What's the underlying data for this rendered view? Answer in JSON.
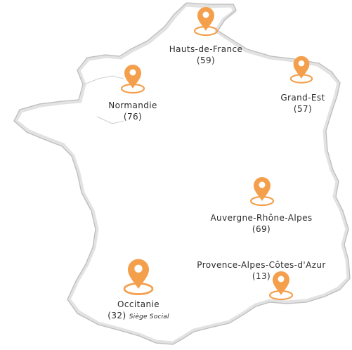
{
  "map": {
    "brand_color": "#F49F4C",
    "outline_color": "#bdbdbd",
    "pin_icon": "location-pin-icon",
    "regions": [
      {
        "id": "hauts-de-france",
        "name": "Hauts-de-France",
        "code": "(59)"
      },
      {
        "id": "normandie",
        "name": "Normandie",
        "code": "(76)"
      },
      {
        "id": "grand-est",
        "name": "Grand-Est",
        "code": "(57)"
      },
      {
        "id": "auvergne-rhone-alpes",
        "name": "Auvergne-Rhône-Alpes",
        "code": "(69)"
      },
      {
        "id": "provence-alpes-cotes-dazur",
        "name": "Provence-Alpes-Côtes-d'Azur",
        "code": "(13)"
      },
      {
        "id": "occitanie",
        "name": "Occitanie",
        "code": "(32)",
        "note": "Siège Social"
      }
    ]
  }
}
